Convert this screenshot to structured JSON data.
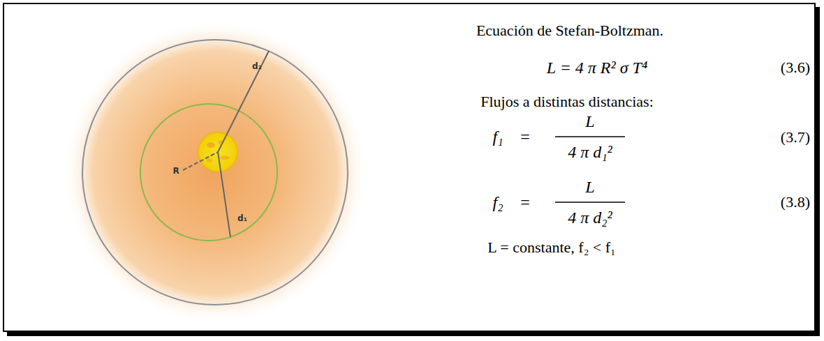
{
  "diagram": {
    "labels": [
      "Ecuación de Stefan-Boltzman.",
      "L = 4 π R² σ T⁴",
      "(3.6)",
      "Flujos a distintas distancias:",
      "f₁",
      "=",
      "L",
      "4 π d₁²",
      "(3.7)",
      "f₂",
      "=",
      "L",
      "4 π d₂²",
      "(3.8)",
      "L = constante, f₂ < f₁",
      "R",
      "d₂",
      "d₁"
    ]
  }
}
